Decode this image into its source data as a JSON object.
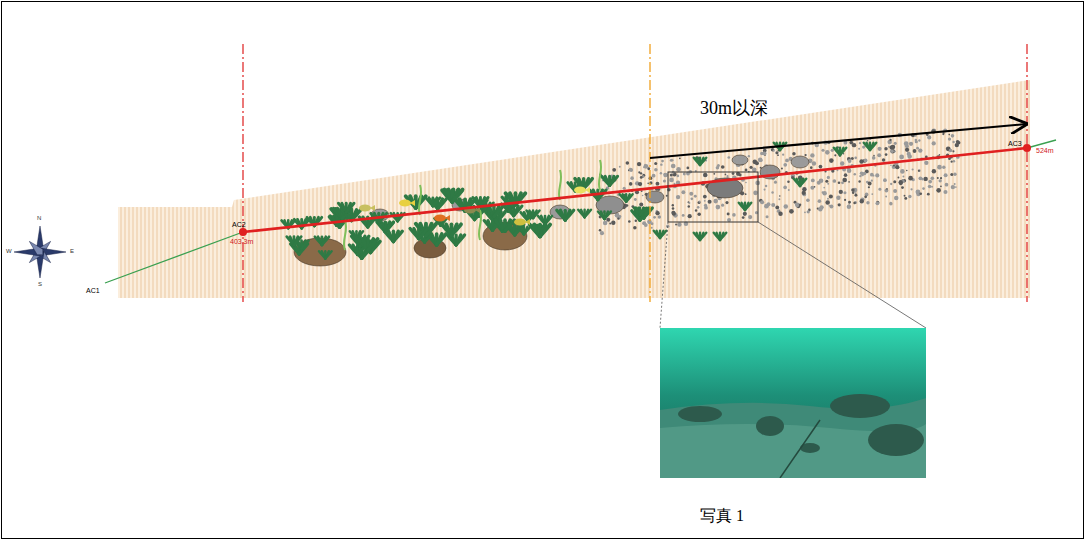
{
  "diagram": {
    "nodes": [
      {
        "text": [
          "写真 1"
        ]
      }
    ],
    "labels": [
      "30m以深",
      "AC1",
      "AC2",
      "403.3m",
      "AC3",
      "524m",
      "N",
      "E",
      "S",
      "W"
    ]
  }
}
